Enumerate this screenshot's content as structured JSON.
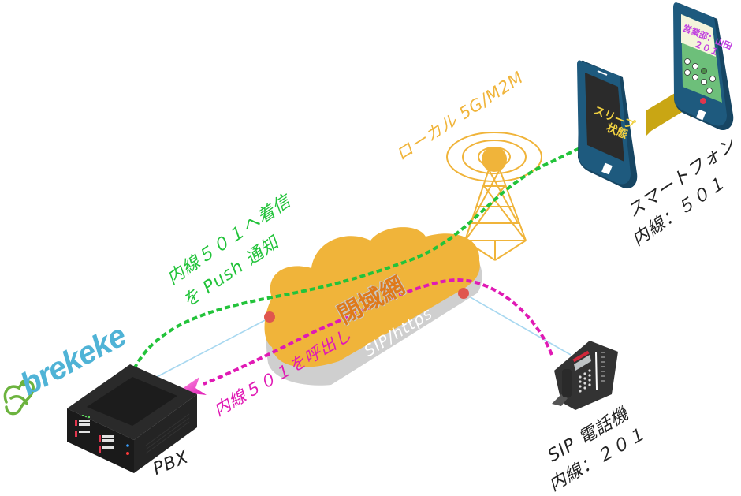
{
  "diagram": {
    "title": "Brekeke PBX ローカル5G/M2M 閉域網 Push 通知構成",
    "colors": {
      "push_path": "#22c33a",
      "call_path": "#e01ab4",
      "cloud": "#f0b43a",
      "cloud_side": "#cfcfcf",
      "tower": "#f0b43a",
      "link_line": "#a8d8f0",
      "port": "#e0564e",
      "phone_body": "#1e5a7e",
      "arrow_gold": "#c9a614"
    },
    "logo": {
      "text": "brekeke",
      "icon": "frog-icon"
    },
    "nodes": {
      "pbx": {
        "label": "PBX",
        "icon": "server-icon"
      },
      "cloud": {
        "label": "閉域網",
        "protocol": "SIP/https",
        "icon": "cloud-icon"
      },
      "tower": {
        "label": "ローカル 5G/M2M",
        "icon": "antenna-tower-icon"
      },
      "sip_phone": {
        "label": "SIP 電話機",
        "extension": "内線：２０１",
        "icon": "desk-phone-icon"
      },
      "smartphone_sleep": {
        "screen_line1": "スリープ",
        "screen_line2": "状態",
        "icon": "smartphone-icon"
      },
      "smartphone_ringing": {
        "caller": "営業部：山田",
        "caller_ext": "２０１",
        "icon": "smartphone-icon"
      },
      "smartphone": {
        "label": "スマートフォン",
        "extension": "内線：５０１"
      }
    },
    "flows": {
      "push": {
        "line1": "内線５０１へ着信",
        "line2": "を Push 通知"
      },
      "call": {
        "text": "内線５０１を呼出し"
      }
    }
  }
}
